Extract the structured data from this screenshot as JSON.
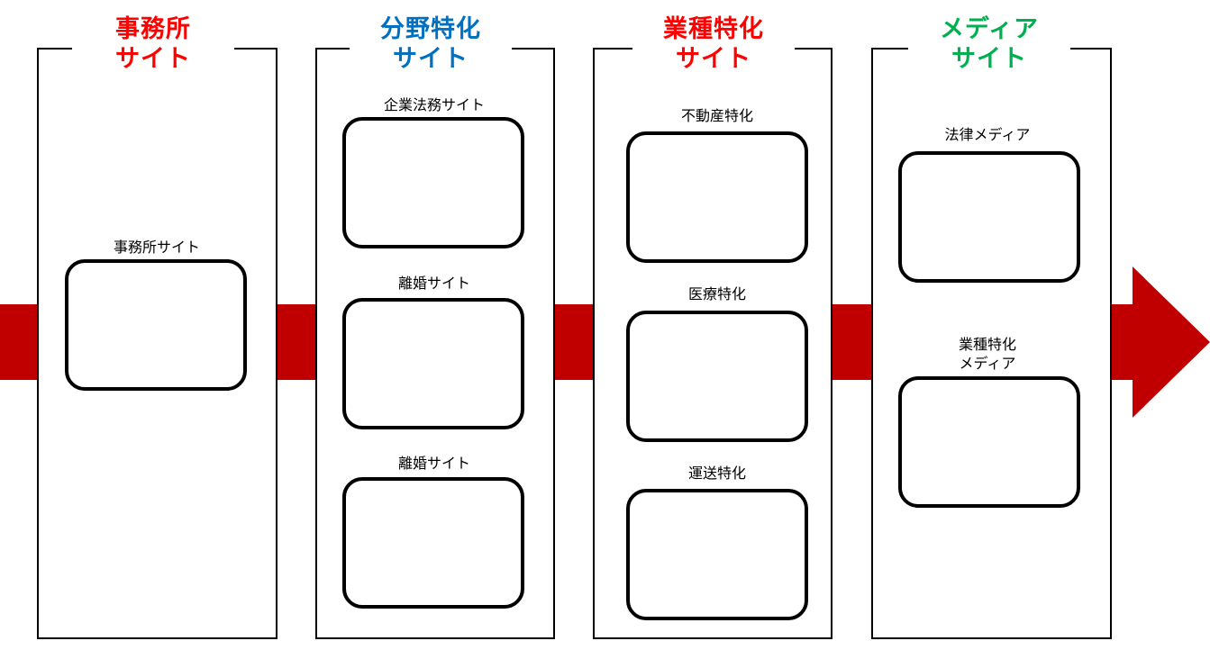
{
  "colors": {
    "arrow": "#c00000",
    "office": "#ff0000",
    "field": "#0070c0",
    "industry": "#ff0000",
    "media": "#00b050"
  },
  "columns": [
    {
      "title_line1": "事務所",
      "title_line2": "サイト",
      "color": "#ff0000",
      "items": [
        {
          "label": "事務所サイト"
        }
      ]
    },
    {
      "title_line1": "分野特化",
      "title_line2": "サイト",
      "color": "#0070c0",
      "items": [
        {
          "label": "企業法務サイト"
        },
        {
          "label": "離婚サイト"
        },
        {
          "label": "離婚サイト"
        }
      ]
    },
    {
      "title_line1": "業種特化",
      "title_line2": "サイト",
      "color": "#ff0000",
      "items": [
        {
          "label": "不動産特化"
        },
        {
          "label": "医療特化"
        },
        {
          "label": "運送特化"
        }
      ]
    },
    {
      "title_line1": "メディア",
      "title_line2": "サイト",
      "color": "#00b050",
      "items": [
        {
          "label": "法律メディア"
        },
        {
          "label_line1": "業種特化",
          "label_line2": "メディア"
        }
      ]
    }
  ]
}
